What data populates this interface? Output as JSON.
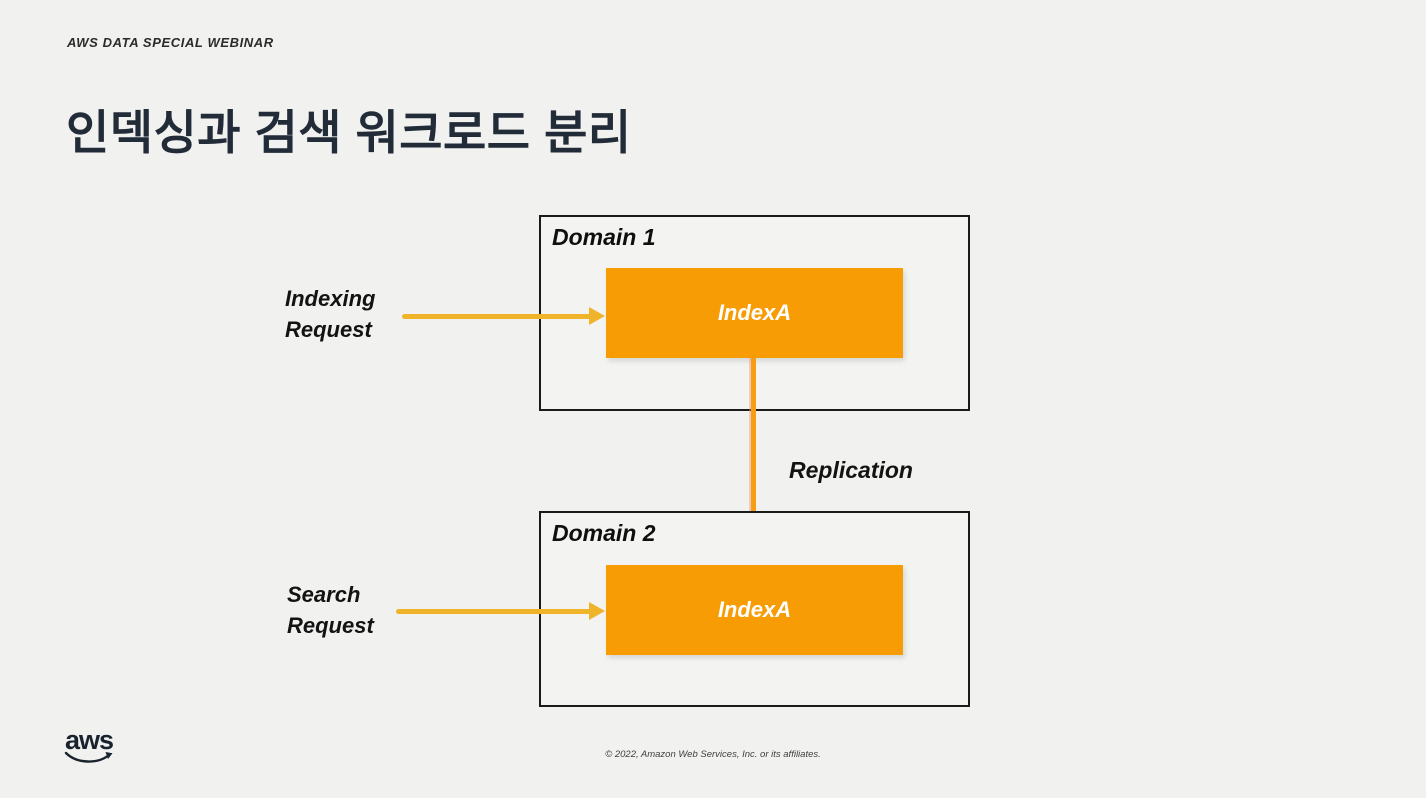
{
  "slide": {
    "eyebrow": "AWS DATA SPECIAL WEBINAR",
    "title": "인덱싱과 검색 워크로드 분리",
    "copyright": "© 2022, Amazon Web Services, Inc. or its affiliates.",
    "logo_text": "aws"
  },
  "diagram": {
    "domain1": {
      "label": "Domain 1",
      "index_label": "IndexA"
    },
    "domain2": {
      "label": "Domain 2",
      "index_label": "IndexA"
    },
    "arrows": {
      "indexing": {
        "label_line1": "Indexing",
        "label_line2": "Request"
      },
      "search": {
        "label_line1": "Search",
        "label_line2": "Request"
      },
      "replication": {
        "label": "Replication"
      }
    },
    "colors": {
      "index_box": "#F89C06",
      "request_arrow": "#EFB42A",
      "replication_arrow": "#F59E10",
      "box_border": "#1A1A1A",
      "title_text": "#222B38",
      "background": "#F1F2EF"
    }
  }
}
